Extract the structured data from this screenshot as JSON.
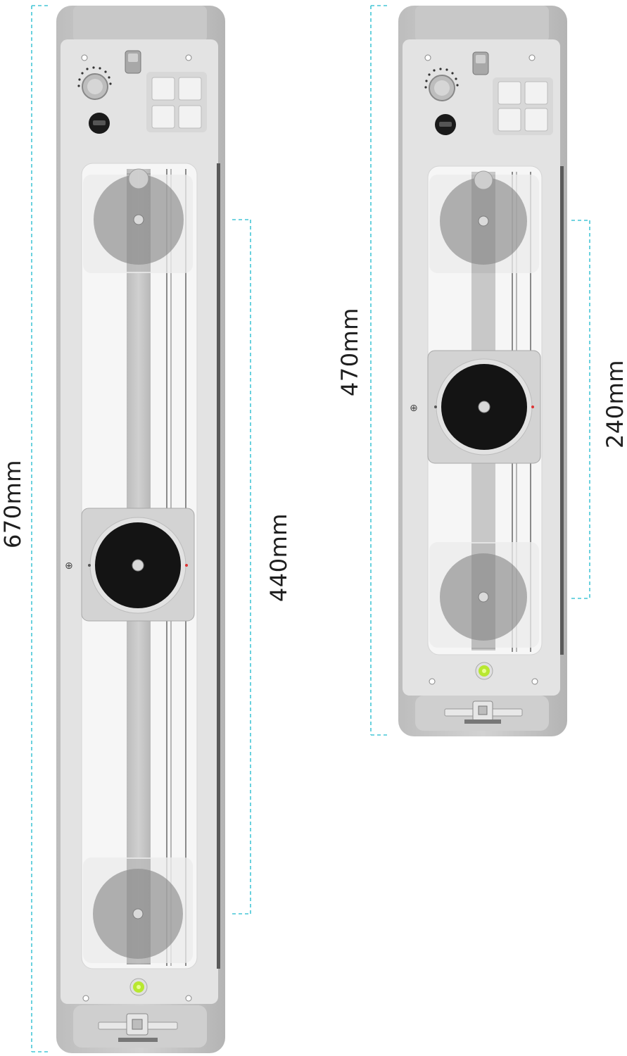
{
  "dimensions": {
    "long_total": "670mm",
    "long_travel": "440mm",
    "short_total": "470mm",
    "short_travel": "240mm"
  },
  "colors": {
    "guide": "#45c6d6",
    "body": "#c9c9c9",
    "faceplate": "#e6e6e6",
    "track_window": "#f4f4f4",
    "carriage": "#d8d8d8",
    "turntable": "#161616",
    "bubble_level": "#b8e830"
  }
}
